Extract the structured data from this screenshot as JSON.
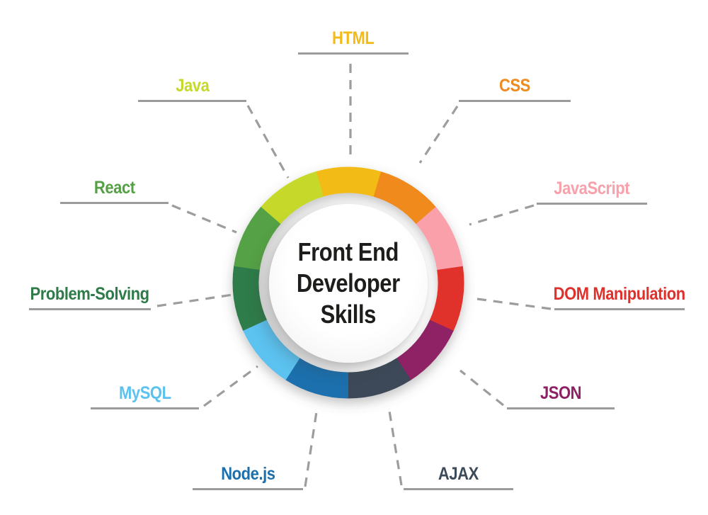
{
  "title": {
    "line1": "Front End",
    "line2": "Developer",
    "line3": "Skills"
  },
  "skills": [
    {
      "label": "HTML",
      "color": "#F2BB17"
    },
    {
      "label": "CSS",
      "color": "#F08A1D"
    },
    {
      "label": "JavaScript",
      "color": "#F9A0AB"
    },
    {
      "label": "DOM Manipulation",
      "color": "#E0302C"
    },
    {
      "label": "JSON",
      "color": "#8E2065"
    },
    {
      "label": "AJAX",
      "color": "#3C4A59"
    },
    {
      "label": "Node.js",
      "color": "#1B6FAD"
    },
    {
      "label": "MySQL",
      "color": "#5BC2F0"
    },
    {
      "label": "Problem-Solving",
      "color": "#2E7B49"
    },
    {
      "label": "React",
      "color": "#54A145"
    },
    {
      "label": "Java",
      "color": "#C6D92B"
    }
  ],
  "connector_color": "#9d9d9d",
  "underline_color": "#9b9b9b",
  "title_color": "#1d1d1b"
}
